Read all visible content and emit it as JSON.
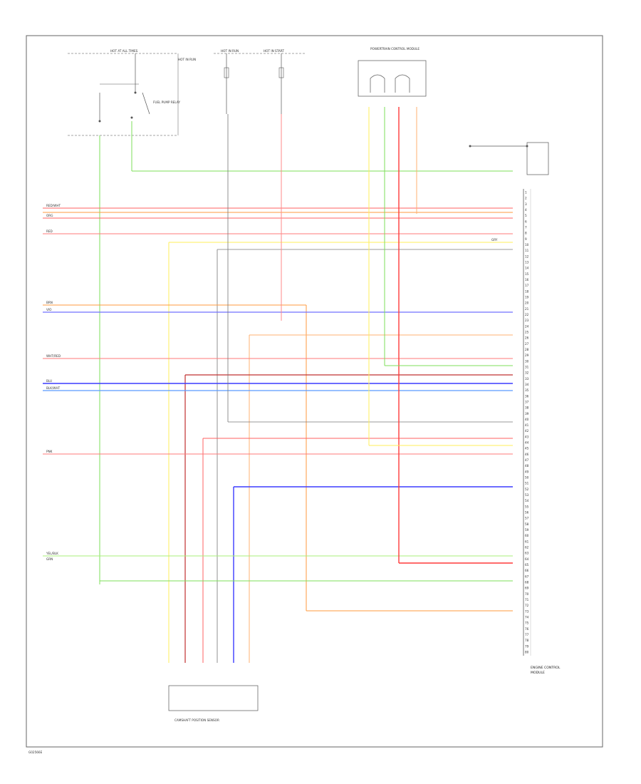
{
  "footer": {
    "code": "G02566E"
  },
  "fuse_box": {
    "hot_run": "HOT IN RUN",
    "hot_lbl": "HOT AT ALL TIMES",
    "relay": "FUEL PUMP RELAY"
  },
  "fuses": {
    "hot_lbl": "HOT IN RUN",
    "hot_lbl2": "HOT IN START"
  },
  "top_connector": {
    "name": "POWERTRAIN CONTROL MODULE"
  },
  "right_pins": [
    "1",
    "2",
    "3",
    "4",
    "5",
    "6",
    "7",
    "8",
    "9",
    "10",
    "11",
    "12",
    "13",
    "14",
    "15",
    "16",
    "17",
    "18",
    "19",
    "20",
    "21",
    "22",
    "23",
    "24",
    "25",
    "26",
    "27",
    "28",
    "29",
    "30",
    "31",
    "32",
    "33",
    "34",
    "35",
    "36",
    "37",
    "38",
    "39",
    "40",
    "41",
    "42",
    "43",
    "44",
    "45",
    "46",
    "47",
    "48",
    "49",
    "50",
    "51",
    "52",
    "53",
    "54",
    "55",
    "56",
    "57",
    "58",
    "59",
    "60",
    "61",
    "62",
    "63",
    "64",
    "65",
    "66",
    "67",
    "68",
    "69",
    "70",
    "71",
    "72",
    "73",
    "74",
    "75",
    "76",
    "77",
    "78",
    "79",
    "80"
  ],
  "wire_labels": {
    "yel_blk": "YEL/BLK",
    "grn": "GRN",
    "red": "RED",
    "blk_wht": "BLK/WHT",
    "brn": "BRN",
    "org": "ORG",
    "blu": "BLU",
    "wht_red": "WHT/RED",
    "red_wht": "RED/WHT",
    "gry": "GRY",
    "pnk": "PNK",
    "vio": "VIO"
  },
  "bottom_component": {
    "name": "CAMSHAFT POSITION SENSOR"
  },
  "pcm_label": {
    "line1": "ENGINE CONTROL",
    "line2": "MODULE"
  }
}
